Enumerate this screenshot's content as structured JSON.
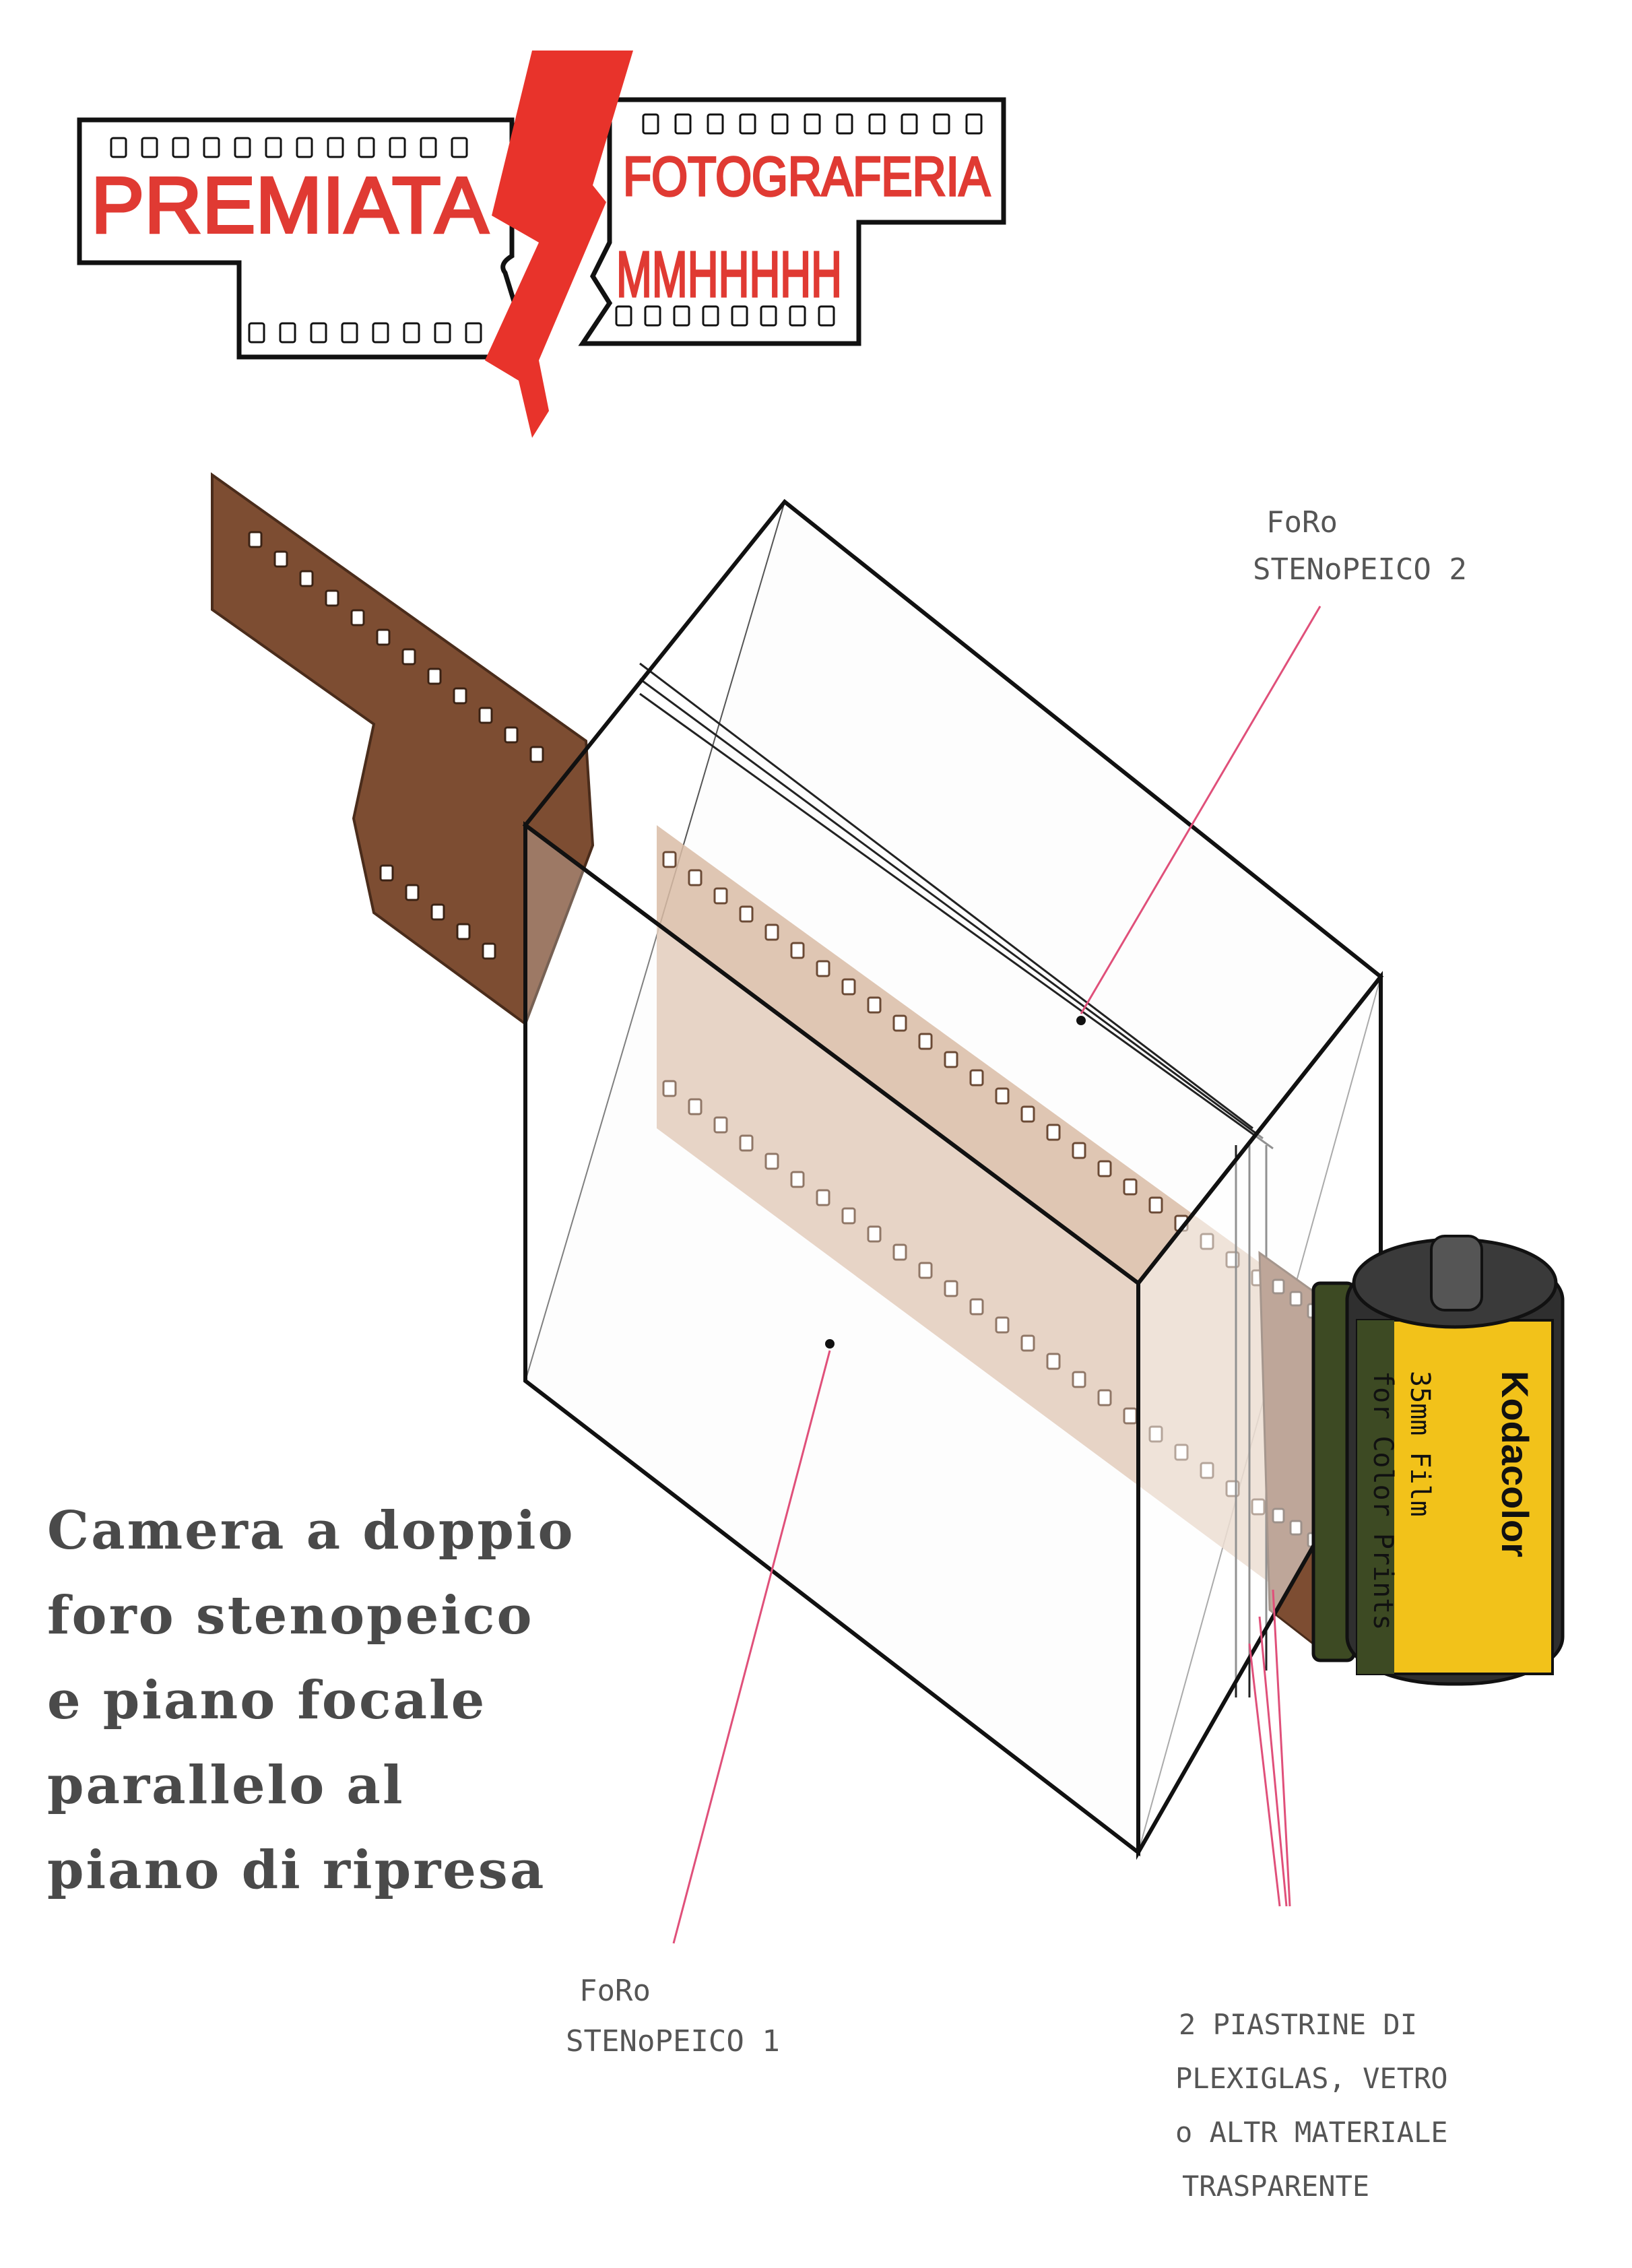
{
  "logo": {
    "word_left": "PREMIATA",
    "word_right_top": "FOTOGRAFERIA",
    "word_right_bottom": "MMHHHHH",
    "brand_color": "#e03a33"
  },
  "caption": {
    "lines": [
      "Camera a doppio",
      "foro stenopeico",
      "e piano focale",
      "parallelo al",
      "piano di ripresa"
    ]
  },
  "labels": {
    "pinhole_2": [
      "FoRo",
      "STENoPEICO 2"
    ],
    "pinhole_1": [
      "FoRo",
      "STENoPEICO 1"
    ],
    "plates": [
      "2 PIASTRINE DI",
      "PLEXIGLAS, VETRO",
      "o ALTR MATERIALE",
      "TRASPARENTE"
    ]
  },
  "cartridge": {
    "brand": "Kodacolor",
    "line1": "35mm Film",
    "line2": "for Color Prints"
  },
  "colors": {
    "film": "#7a4a30",
    "film_light": "#d7b79f",
    "leader_line": "#e0507a",
    "cartridge_yellow": "#f2c21a",
    "cartridge_green": "#3d4a23"
  }
}
